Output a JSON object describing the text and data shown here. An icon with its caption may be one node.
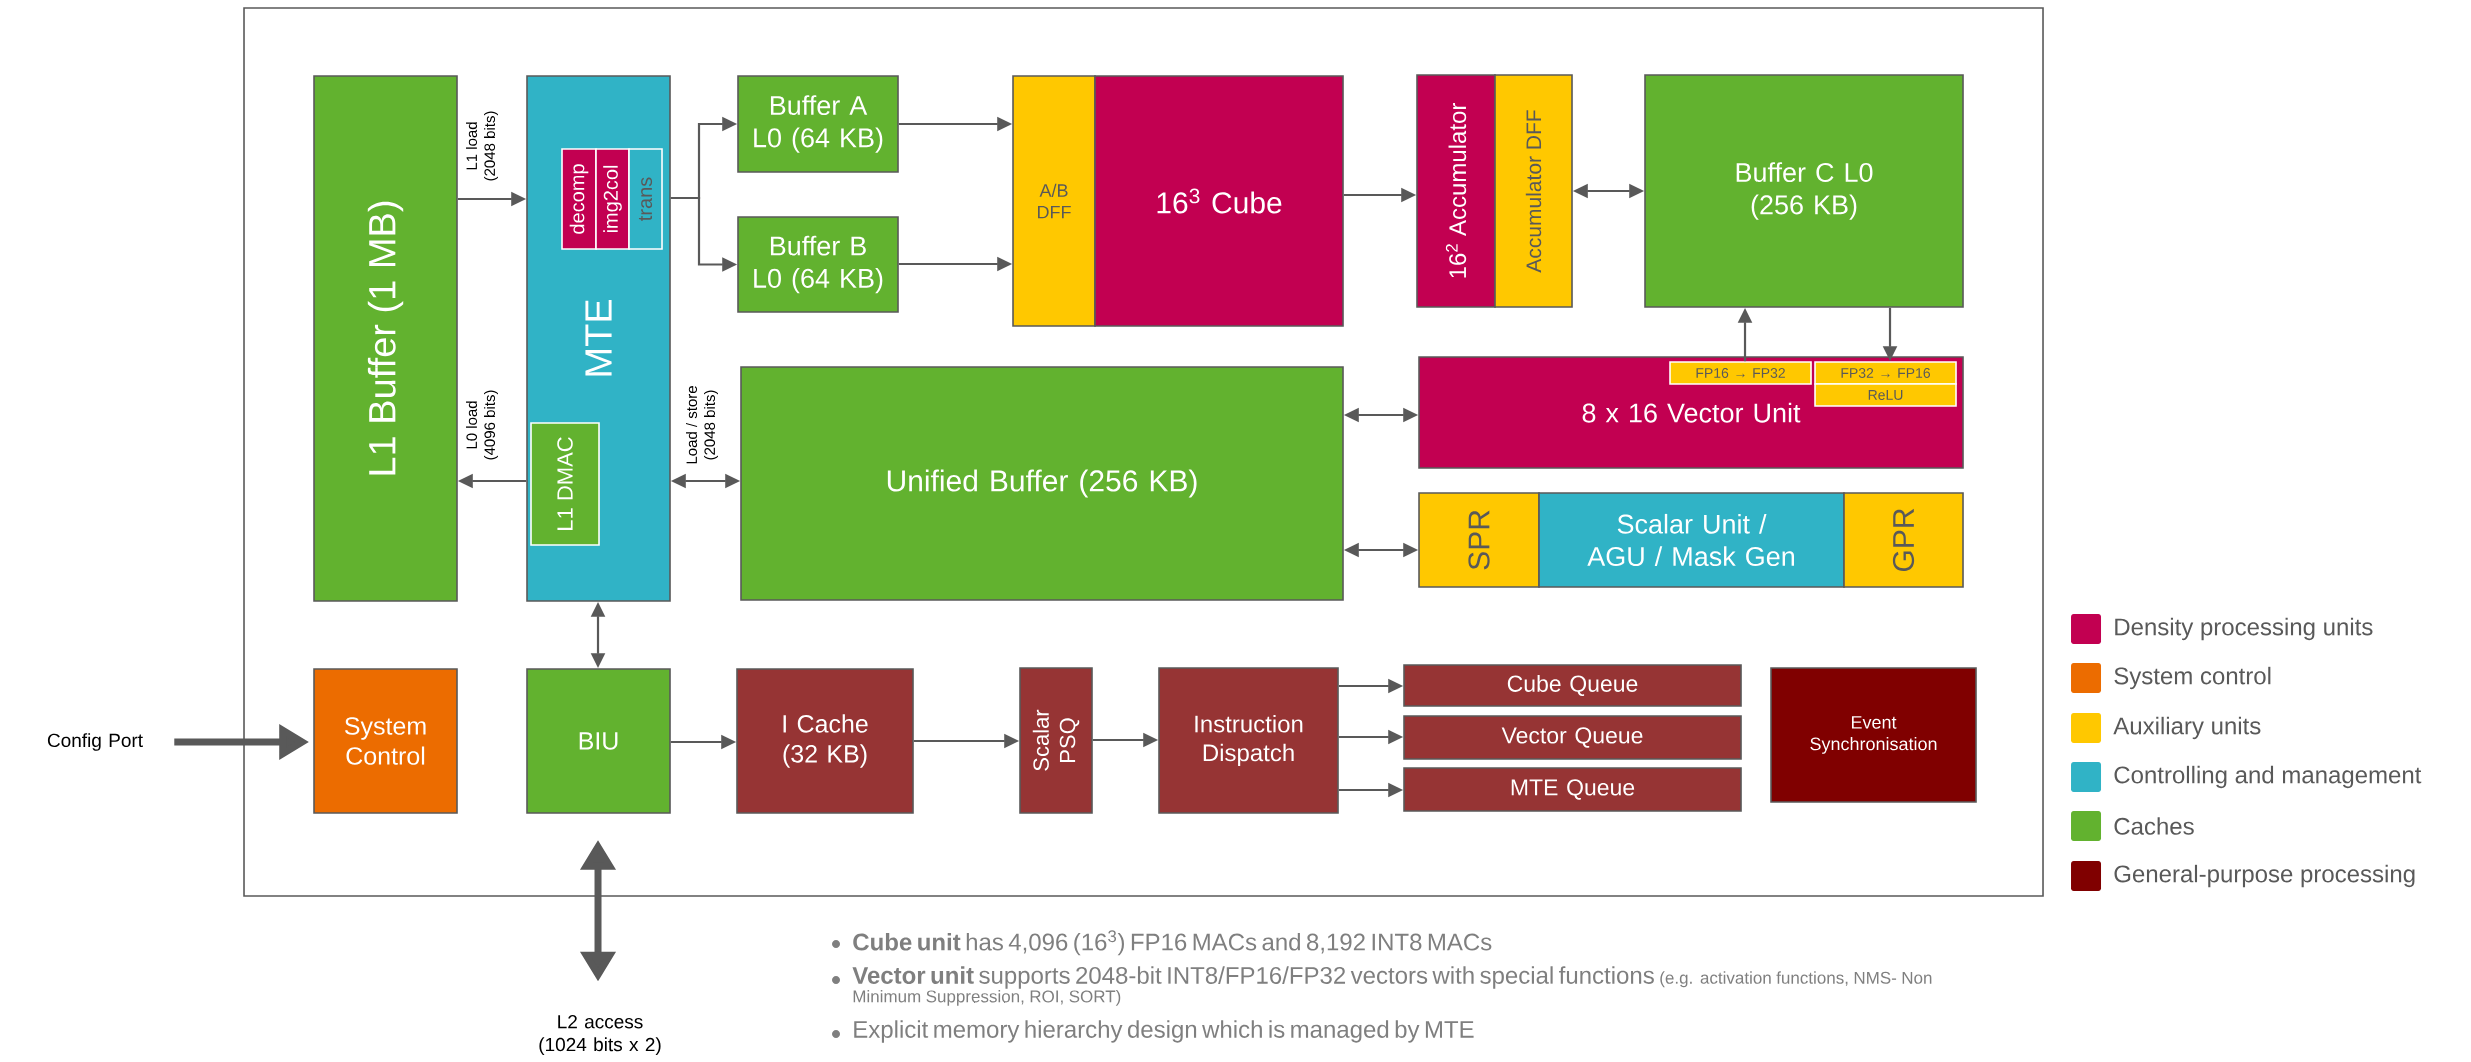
{
  "diagram": {
    "nodes": [
      {
        "text": [
          "L1 Buffer (1 MB)"
        ]
      },
      {
        "text": [
          "MTE"
        ]
      },
      {
        "text": [
          "decomp"
        ],
        "in": 1
      },
      {
        "text": [
          "img2col"
        ],
        "in": 1
      },
      {
        "text": [
          "trans"
        ],
        "in": 1
      },
      {
        "text": [
          "L1 DMAC"
        ],
        "in": 1
      },
      {
        "text": [
          "Buffer A L0 (64 KB)"
        ]
      },
      {
        "text": [
          "Buffer B L0 (64 KB)"
        ]
      },
      {
        "text": [
          "A/B DFF"
        ]
      },
      {
        "text": [
          "16$^{3}$ Cube"
        ]
      },
      {
        "text": [
          "16$^{2}$ Accumulator"
        ]
      },
      {
        "text": [
          "Accumulator DFF"
        ]
      },
      {
        "text": [
          "Buffer C L0 (256 KB)"
        ]
      },
      {
        "text": [
          "8 x 16 Vector Unit"
        ]
      },
      {
        "text": [
          "FP16 → FP32"
        ],
        "in": 13
      },
      {
        "text": [
          "FP32 → FP16"
        ],
        "in": 13
      },
      {
        "text": [
          "ReLU"
        ],
        "in": 13
      },
      {
        "text": [
          "Unified Buffer (256 KB)"
        ]
      },
      {
        "text": [
          "SPR"
        ]
      },
      {
        "text": [
          "Scalar Unit / AGU / Mask Gen"
        ]
      },
      {
        "text": [
          "GPR"
        ]
      },
      {
        "text": [
          "Config Port"
        ]
      },
      {
        "text": [
          "System Control"
        ]
      },
      {
        "text": [
          "BIU"
        ]
      },
      {
        "text": [
          "I Cache (32 KB)"
        ]
      },
      {
        "text": [
          "Scalar PSQ"
        ]
      },
      {
        "text": [
          "Instruction Dispatch"
        ]
      },
      {
        "text": [
          "Cube Queue"
        ]
      },
      {
        "text": [
          "Vector Queue"
        ]
      },
      {
        "text": [
          "MTE Queue"
        ]
      },
      {
        "text": [
          "Event Synchronisation"
        ]
      },
      {
        "text": [
          "L2 access (1024 bits x 2)"
        ]
      }
    ],
    "edges": [
      {
        "from": 0,
        "to": 1,
        "arrow": "to",
        "label": "L1 load (2048 bits)"
      },
      {
        "from": 1,
        "to": 0,
        "arrow": "to",
        "label": "L0 load (4096 bits)"
      },
      {
        "from": 1,
        "to": 6,
        "arrow": "to"
      },
      {
        "from": 1,
        "to": 7,
        "arrow": "to"
      },
      {
        "from": 1,
        "to": 17,
        "arrow": "both",
        "label": "Load / store (2048 bits)"
      },
      {
        "from": 23,
        "to": 1,
        "arrow": "both"
      },
      {
        "from": 6,
        "to": 8,
        "arrow": "to"
      },
      {
        "from": 7,
        "to": 8,
        "arrow": "to"
      },
      {
        "from": 9,
        "to": 10,
        "arrow": "to"
      },
      {
        "from": 11,
        "to": 12,
        "arrow": "both"
      },
      {
        "from": 14,
        "to": 12,
        "arrow": "to"
      },
      {
        "from": 12,
        "to": 15,
        "arrow": "to"
      },
      {
        "from": 17,
        "to": 13,
        "arrow": "both"
      },
      {
        "from": 17,
        "to": 18,
        "arrow": "both"
      },
      {
        "from": 21,
        "to": 22,
        "arrow": "to",
        "style": "thick"
      },
      {
        "from": 23,
        "to": 24,
        "arrow": "to"
      },
      {
        "from": 24,
        "to": 25,
        "arrow": "to"
      },
      {
        "from": 25,
        "to": 26,
        "arrow": "to"
      },
      {
        "from": 26,
        "to": 27,
        "arrow": "to"
      },
      {
        "from": 26,
        "to": 28,
        "arrow": "to"
      },
      {
        "from": 26,
        "to": 29,
        "arrow": "to"
      },
      {
        "from": 31,
        "to": 23,
        "arrow": "both",
        "style": "thick"
      }
    ],
    "labels": [
      "**Cube unit** has 4,096 (16$^{3}$) FP16 MACs and 8,192 INT8 MACs",
      "**Vector unit** supports 2048-bit INT8/FP16/FP32 vectors with special functions",
      "(e.g. activation functions, NMS- Non Minimum Suppression, ROI, SORT)",
      "Explicit memory hierarchy design which is managed by MTE"
    ],
    "legend": [
      {
        "text": "Density processing units",
        "color": "#c20051"
      },
      {
        "text": "System control",
        "color": "#ec6c00"
      },
      {
        "text": "Auxiliary units",
        "color": "#ffc800"
      },
      {
        "text": "Controlling and management",
        "color": "#30b3c6"
      },
      {
        "text": "Caches",
        "color": "#62b22f"
      },
      {
        "text": "General-purpose processing",
        "color": "#800000"
      }
    ]
  }
}
